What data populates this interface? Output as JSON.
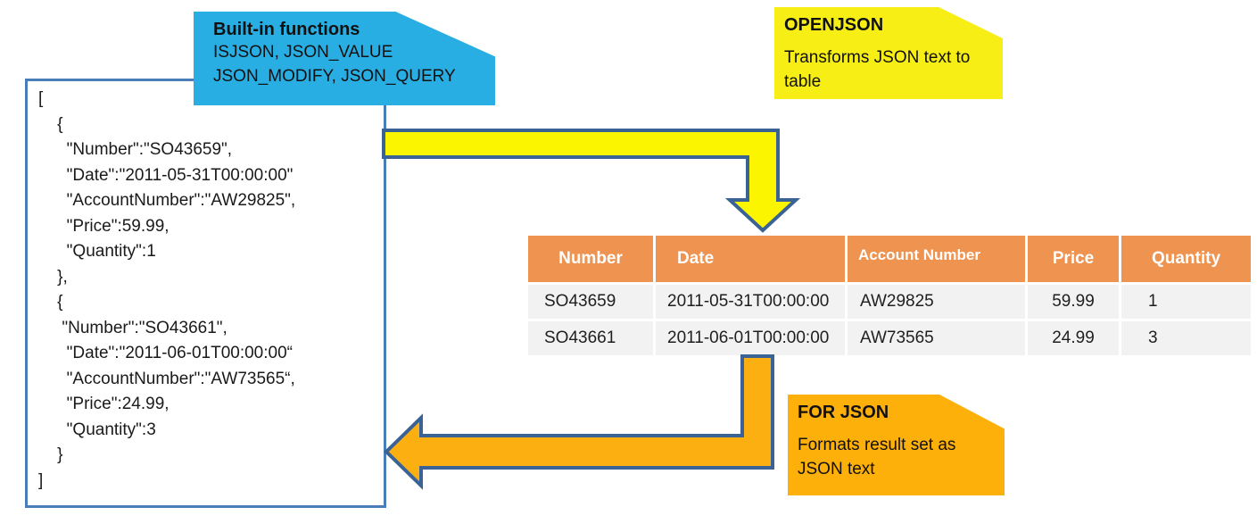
{
  "colors": {
    "callout_blue": "#29AEE4",
    "callout_yellow": "#F7EE15",
    "callout_orange": "#FEB00A",
    "arrow_yellow": "#FBF500",
    "arrow_orange": "#FCAF11",
    "outline_blue": "#3A6294",
    "border_blue": "#4A7CB8",
    "header_orange": "#EF9351",
    "row_gray": "#F2F2F2"
  },
  "callouts": {
    "builtin": {
      "title": "Built-in functions",
      "body": "ISJSON, JSON_VALUE\nJSON_MODIFY, JSON_QUERY"
    },
    "openjson": {
      "title": "OPENJSON",
      "body": "Transforms JSON text to table"
    },
    "forjson": {
      "title": "FOR JSON",
      "body": "Formats result set as JSON text"
    }
  },
  "json_block": {
    "lines": [
      "[",
      "    {",
      "      \"Number\":\"SO43659\",",
      "      \"Date\":\"2011-05-31T00:00:00\"",
      "      \"AccountNumber\":\"AW29825\",",
      "      \"Price\":59.99,",
      "      \"Quantity\":1",
      "    },",
      "    {",
      "     \"Number\":\"SO43661\",",
      "      \"Date\":\"2011-06-01T00:00:00“",
      "      \"AccountNumber\":\"AW73565“,",
      "      \"Price\":24.99,",
      "      \"Quantity\":3",
      "    }",
      "]"
    ]
  },
  "table": {
    "headers": [
      "Number",
      "Date",
      "Account Number",
      "Price",
      "Quantity"
    ],
    "rows": [
      [
        "SO43659",
        "2011-05-31T00:00:00",
        "AW29825",
        "59.99",
        "1"
      ],
      [
        "SO43661",
        "2011-06-01T00:00:00",
        "AW73565",
        "24.99",
        "3"
      ]
    ]
  }
}
